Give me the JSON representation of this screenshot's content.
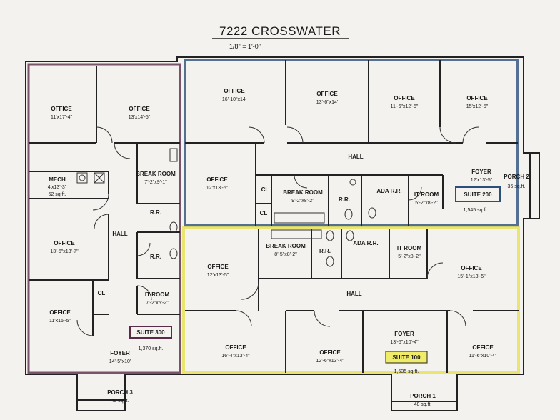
{
  "title": "7222 CROSSWATER",
  "scale": "1/8\" = 1'-0\"",
  "colors": {
    "suite200": "#2a4f7a",
    "suite100": "#f0ec6a",
    "suite300": "#5a2a48"
  },
  "suite_labels": {
    "s200": "SUITE 200",
    "s100": "SUITE 100",
    "s300": "SUITE 300"
  },
  "areas": {
    "s200": "1,545 sq.ft.",
    "s100": "1,535 sq.ft.",
    "s300": "1,370 sq.ft."
  },
  "rooms": {
    "r1": {
      "name": "OFFICE",
      "dim": "11'x17'-4\""
    },
    "r2": {
      "name": "OFFICE",
      "dim": "13'x14'-5\""
    },
    "r3": {
      "name": "MECH",
      "dim": "4'x13'-3\"",
      "area": "62 sq.ft."
    },
    "r4": {
      "name": "OFFICE",
      "dim": "13'-5\"x13'-7\""
    },
    "r5": {
      "name": "OFFICE",
      "dim": "11'x15'-5\""
    },
    "r6": {
      "name": "BREAK ROOM",
      "dim": "7'-2\"x9'-1\""
    },
    "r7": {
      "name": "IT ROOM",
      "dim": "7'-2\"x5'-2\""
    },
    "r8": {
      "name": "FOYER",
      "dim": "14'-5\"x10'"
    },
    "r9": {
      "name": "OFFICE",
      "dim": "16'-10\"x14'"
    },
    "r10": {
      "name": "OFFICE",
      "dim": "13'-6\"x14'"
    },
    "r11": {
      "name": "OFFICE",
      "dim": "11'-6\"x12'-5\""
    },
    "r12": {
      "name": "OFFICE",
      "dim": "15'x12'-5\""
    },
    "r13": {
      "name": "OFFICE",
      "dim": "12'x13'-5\""
    },
    "r14": {
      "name": "BREAK ROOM",
      "dim": "9'-2\"x8'-2\""
    },
    "r15": {
      "name": "ADA R.R."
    },
    "r16": {
      "name": "IT ROOM",
      "dim": "5'-2\"x8'-2\""
    },
    "r17": {
      "name": "FOYER",
      "dim": "12'x13'-5\""
    },
    "r18": {
      "name": "OFFICE",
      "dim": "12'x13'-5\""
    },
    "r19": {
      "name": "BREAK ROOM",
      "dim": "8'-5\"x8'-2\""
    },
    "r20": {
      "name": "ADA R.R."
    },
    "r21": {
      "name": "IT ROOM",
      "dim": "5'-2\"x8'-2\""
    },
    "r22": {
      "name": "OFFICE",
      "dim": "15'-1\"x13'-5\""
    },
    "r23": {
      "name": "OFFICE",
      "dim": "16'-4\"x13'-4\""
    },
    "r24": {
      "name": "OFFICE",
      "dim": "12'-6\"x13'-4\""
    },
    "r25": {
      "name": "FOYER",
      "dim": "13'-5\"x10'-4\""
    },
    "r26": {
      "name": "OFFICE",
      "dim": "11'-6\"x10'-4\""
    }
  },
  "hall": "HALL",
  "rr": "R.R.",
  "cl": "CL",
  "porches": {
    "p1": {
      "name": "PORCH 1",
      "area": "48 sq.ft."
    },
    "p2": {
      "name": "PORCH 2",
      "area": "36 sq.ft."
    },
    "p3": {
      "name": "PORCH 3",
      "area": "48 sq.ft."
    }
  }
}
